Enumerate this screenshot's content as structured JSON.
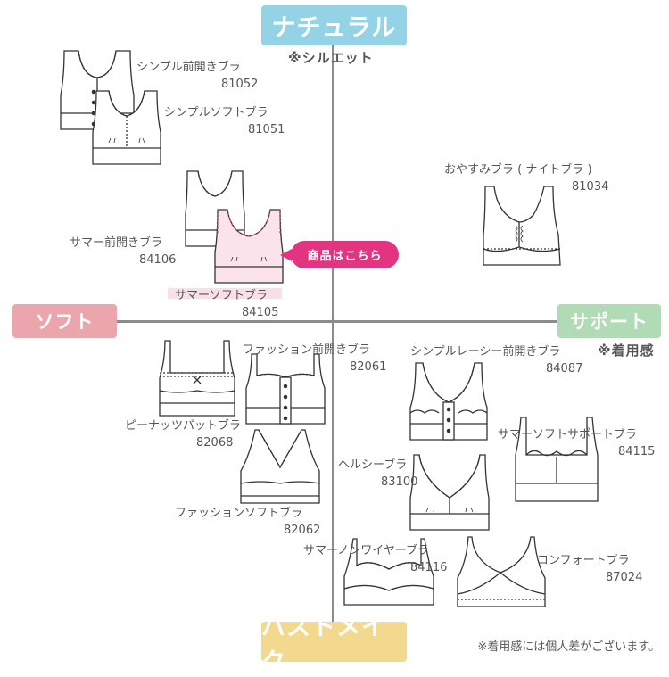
{
  "axes": {
    "top": "ナチュラル",
    "top_note": "※シルエット",
    "left": "ソフト",
    "right": "サポート",
    "right_note": "※着用感",
    "bottom": "バストメイク"
  },
  "colors": {
    "top": "#94d2e6",
    "left": "#eba5ad",
    "right": "#b1dbb4",
    "bottom": "#f3d98e",
    "callout": "#e33482",
    "highlight_fill": "#fce8ee"
  },
  "products": [
    {
      "name": "シンプル前開きブラ",
      "code": "81052"
    },
    {
      "name": "シンプルソフトブラ",
      "code": "81051"
    },
    {
      "name": "おやすみブラ ( ナイトブラ )",
      "code": "81034"
    },
    {
      "name": "サマー前開きブラ",
      "code": "84106"
    },
    {
      "name": "サマーソフトブラ",
      "code": "84105"
    },
    {
      "name": "ファッション前開きブラ",
      "code": "82061"
    },
    {
      "name": "ピーナッツパットブラ",
      "code": "82068"
    },
    {
      "name": "ファッションソフトブラ",
      "code": "82062"
    },
    {
      "name": "シンプルレーシー前開きブラ",
      "code": "84087"
    },
    {
      "name": "ヘルシーブラ",
      "code": "83100"
    },
    {
      "name": "サマーソフトサポートブラ",
      "code": "84115"
    },
    {
      "name": "サマーノンワイヤーブラ",
      "code": "84116"
    },
    {
      "name": "コンフォートブラ",
      "code": "87024"
    }
  ],
  "callout": "商品はこちら",
  "footnote": "※着用感には個人差がございます。"
}
